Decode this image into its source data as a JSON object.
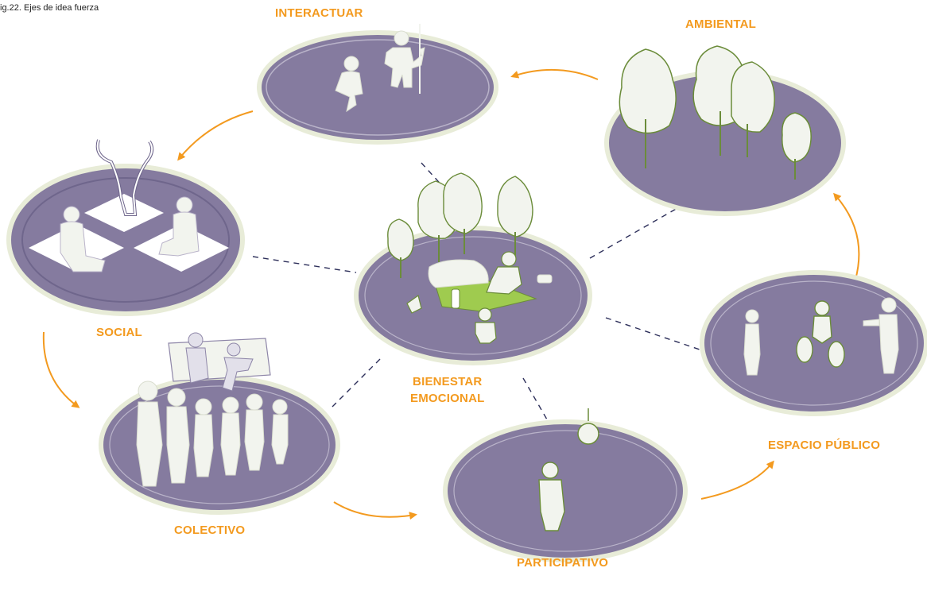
{
  "caption": "ig.22. Ejes de idea fuerza",
  "nodes": {
    "interactuar": "INTERACTUAR",
    "ambiental": "AMBIENTAL",
    "social": "SOCIAL",
    "bienestar_line1": "BIENESTAR",
    "bienestar_line2": "EMOCIONAL",
    "colectivo": "COLECTIVO",
    "participativo": "PARTICIPATIVO",
    "espacio_publico": "ESPACIO PÚBLICO"
  },
  "colors": {
    "disc": "#857b9f",
    "disc_rim": "#e8ecd8",
    "arrow": "#f39a1f",
    "label": "#f39a1f",
    "connector": "#2d2f5a",
    "figure": "#f2f4ee",
    "figure_outline": "#6b8c3a",
    "lawn": "#9fcb4f"
  },
  "icons": [
    "tree-icon",
    "person-icon",
    "bicycle-icon",
    "bench-icon",
    "lamp-icon"
  ]
}
